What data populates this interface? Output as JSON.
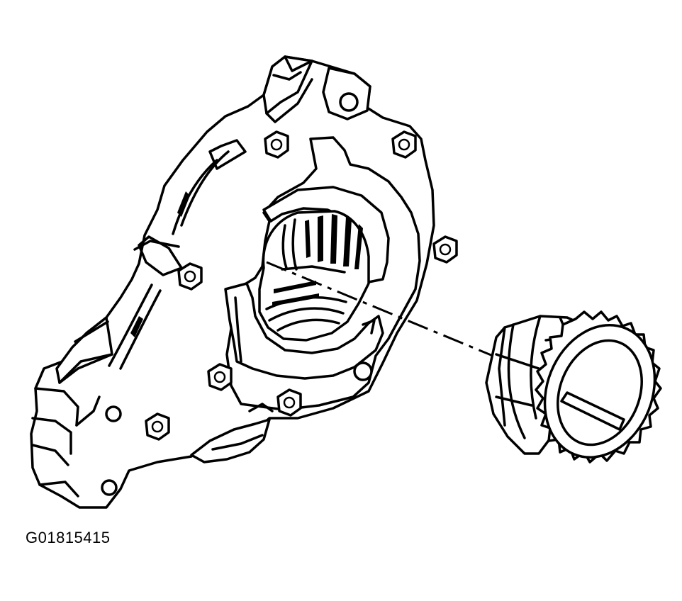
{
  "figure": {
    "code": "G01815415"
  },
  "parts": {
    "pump_housing": "oil-pump-housing",
    "sprocket": "crankshaft-sprocket"
  }
}
